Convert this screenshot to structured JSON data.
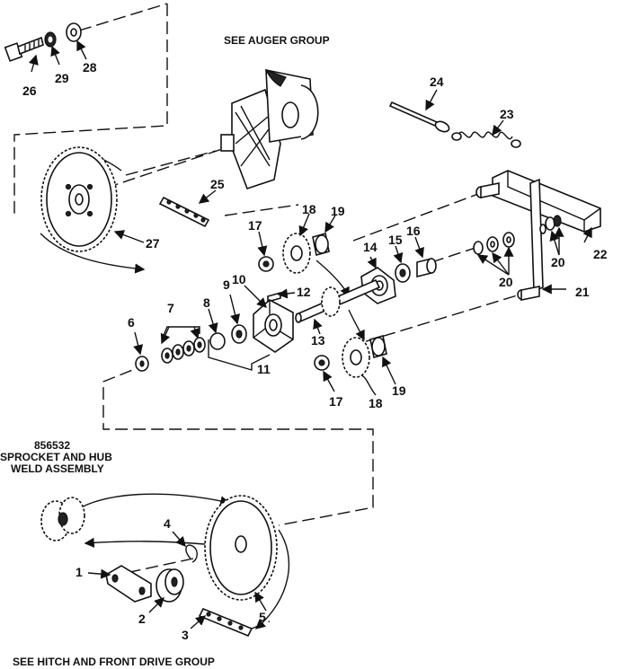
{
  "captions": {
    "auger": "SEE AUGER GROUP",
    "assembly_number": "856532",
    "assembly_line1": "SPROCKET AND HUB",
    "assembly_line2": "WELD ASSEMBLY",
    "hitch": "SEE HITCH AND FRONT DRIVE GROUP"
  },
  "callouts": {
    "c1": "1",
    "c2": "2",
    "c3": "3",
    "c4": "4",
    "c5": "5",
    "c6": "6",
    "c7": "7",
    "c8": "8",
    "c9": "9",
    "c10": "10",
    "c11": "11",
    "c12": "12",
    "c13": "13",
    "c14": "14",
    "c15": "15",
    "c16": "16",
    "c17a": "17",
    "c17b": "17",
    "c18a": "18",
    "c18b": "18",
    "c19a": "19",
    "c19b": "19",
    "c20a": "20",
    "c20b": "20",
    "c21": "21",
    "c22": "22",
    "c23": "23",
    "c24": "24",
    "c25": "25",
    "c26": "26",
    "c27": "27",
    "c28": "28",
    "c29": "29"
  }
}
